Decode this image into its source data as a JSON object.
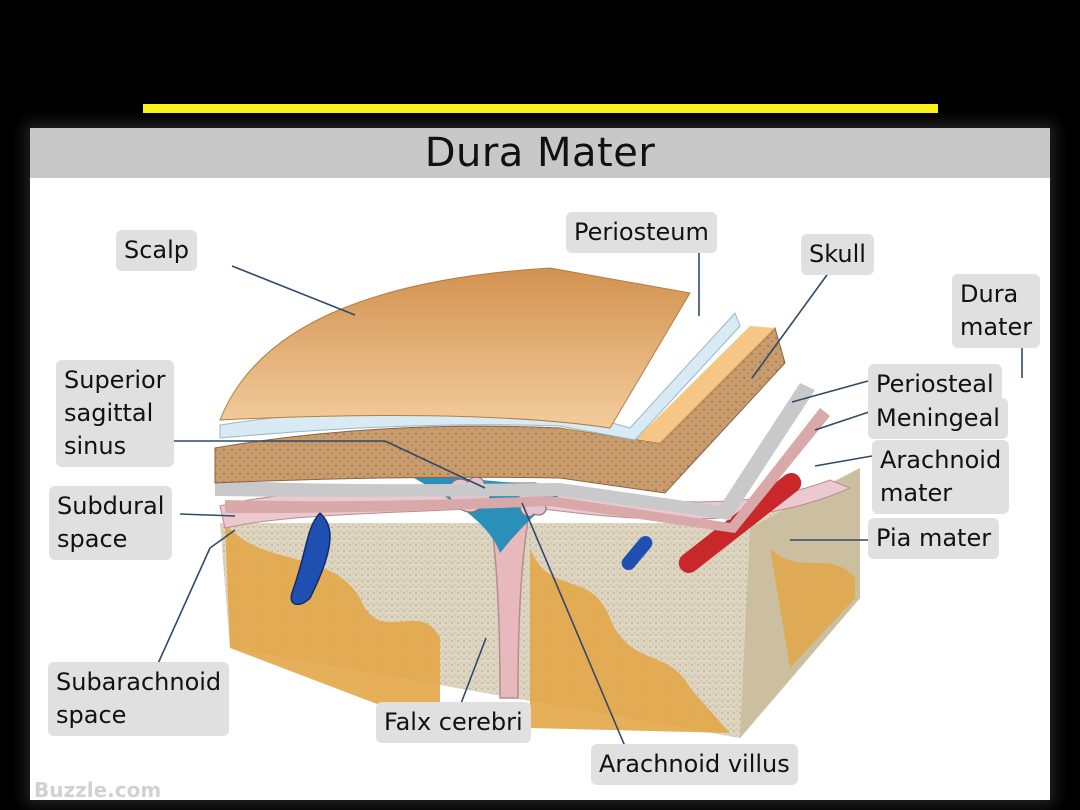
{
  "title": "Dura Mater",
  "colors": {
    "background": "#000000",
    "accent_line": "#fbf11a",
    "title_bar": "#c8c8c8",
    "label_box": "#e0e0e0",
    "leader_line": "#2f4a6a",
    "scalp": "#dca86c",
    "periosteum": "#d8eaf4",
    "bone": "#c99c6e",
    "dura": "#c9c9cb",
    "meningeal": "#d9a9a9",
    "arachnoid": "#ecc9cf",
    "sinus": "#2a8fb9",
    "vein": "#1f4fb0",
    "artery": "#c8282a",
    "cortex_gray": "#e3a648",
    "brain_white": "#ddd5c0"
  },
  "labels": {
    "scalp": "Scalp",
    "periosteum": "Periosteum",
    "skull": "Skull",
    "dura_mater": "Dura\nmater",
    "superior_sagittal_sinus": "Superior\nsagittal\nsinus",
    "periosteal": "Periosteal",
    "meningeal": "Meningeal",
    "arachnoid_mater": "Arachnoid\nmater",
    "subdural_space": "Subdural\nspace",
    "pia_mater": "Pia mater",
    "subarachnoid_space": "Subarachnoid\nspace",
    "falx_cerebri": "Falx cerebri",
    "arachnoid_villus": "Arachnoid villus"
  },
  "watermark": "Buzzle.com"
}
